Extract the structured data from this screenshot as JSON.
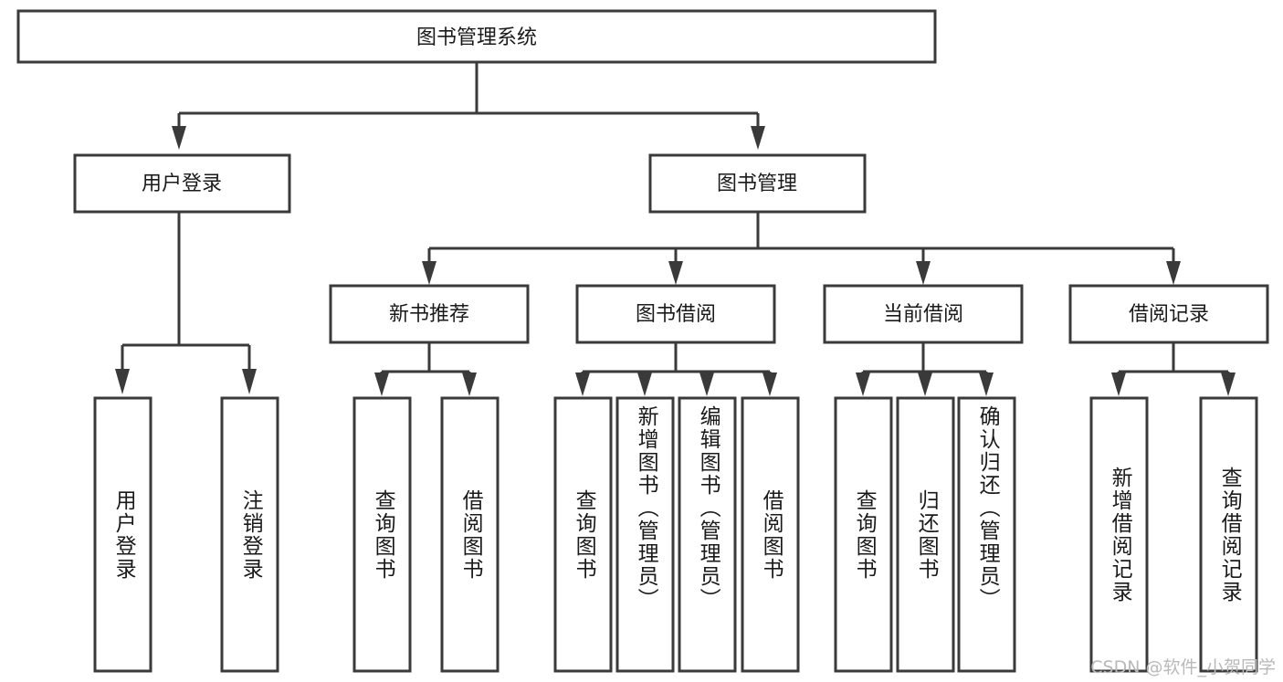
{
  "diagram": {
    "type": "tree-hierarchy",
    "title": "图书管理系统",
    "root": {
      "label": "图书管理系统"
    },
    "level2": [
      {
        "label": "用户登录"
      },
      {
        "label": "图书管理"
      }
    ],
    "level3": [
      {
        "label": "新书推荐",
        "parent": "图书管理"
      },
      {
        "label": "图书借阅",
        "parent": "图书管理"
      },
      {
        "label": "当前借阅",
        "parent": "图书管理"
      },
      {
        "label": "借阅记录",
        "parent": "图书管理"
      }
    ],
    "leaves": {
      "user_login": [
        {
          "label": "用户登录"
        },
        {
          "label": "注销登录"
        }
      ],
      "new_book_recommend": [
        {
          "label": "查询图书"
        },
        {
          "label": "借阅图书"
        }
      ],
      "book_borrow": [
        {
          "label": "查询图书"
        },
        {
          "label": "新增图书（管理员）"
        },
        {
          "label": "编辑图书（管理员）"
        },
        {
          "label": "借阅图书"
        }
      ],
      "current_borrow": [
        {
          "label": "查询图书"
        },
        {
          "label": "归还图书"
        },
        {
          "label": "确认归还（管理员）"
        }
      ],
      "borrow_record": [
        {
          "label": "新增借阅记录"
        },
        {
          "label": "查询借阅记录"
        }
      ]
    }
  },
  "watermark": {
    "text": "CSDN @软件_小贺同学"
  },
  "colors": {
    "stroke": "#3a3a3a",
    "box_fill": "#ffffff",
    "text": "#1a1a1a",
    "watermark": "#b9b9b9",
    "background": "#ffffff"
  }
}
